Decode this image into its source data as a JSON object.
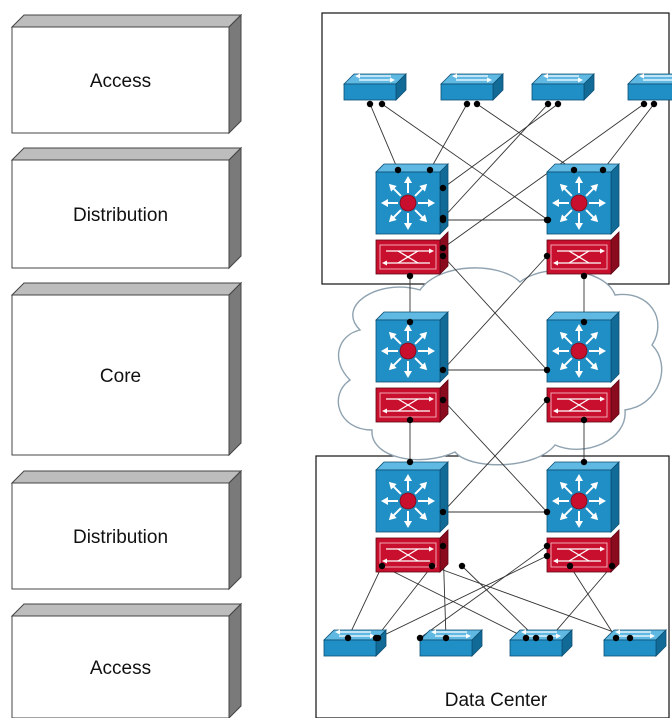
{
  "layers": [
    {
      "id": "access-top",
      "label": "Access"
    },
    {
      "id": "distribution-top",
      "label": "Distribution"
    },
    {
      "id": "core",
      "label": "Core"
    },
    {
      "id": "distribution-bottom",
      "label": "Distribution"
    },
    {
      "id": "access-bottom",
      "label": "Access"
    }
  ],
  "zones": {
    "data_center": {
      "label": "Data Center"
    }
  },
  "colors": {
    "switch_blue": "#1f8fc6",
    "switch_blue_top": "#5fb9e3",
    "switch_blue_side": "#126a97",
    "router_red": "#c8102e",
    "router_red_side": "#8a0a1e",
    "block_face": "#ffffff",
    "block_top": "#bdbdbd",
    "block_side": "#7a7a7a",
    "cloud_fill": "#ffffff",
    "cloud_stroke": "#8fa2b0",
    "link": "#333333"
  },
  "icons": {
    "access_switch": "workgroup-switch-icon",
    "multilayer_switch": "layer3-switch-icon",
    "router": "router-module-icon"
  }
}
